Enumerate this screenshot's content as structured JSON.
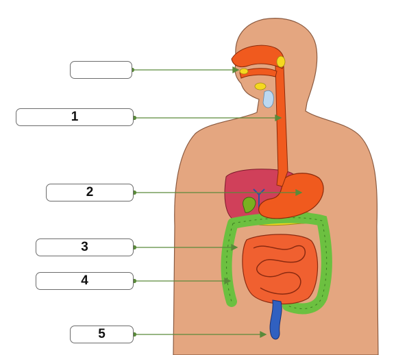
{
  "labels": [
    {
      "id": "blank",
      "text": ""
    },
    {
      "id": "esophagus",
      "text": "1"
    },
    {
      "id": "stomach",
      "text": "2"
    },
    {
      "id": "large-intestine",
      "text": "3"
    },
    {
      "id": "small-intestine",
      "text": "4"
    },
    {
      "id": "rectum",
      "text": "5"
    }
  ],
  "colors": {
    "skin": "#e4a680",
    "skin_outline": "#8a5a40",
    "esophagus": "#f05a1e",
    "liver": "#d0405a",
    "gallbladder": "#7ab020",
    "pancreas": "#f5d820",
    "large_intestine": "#6cc040",
    "small_intestine": "#f06030",
    "rectum": "#3060c0",
    "leader_line": "#5a8a3a"
  }
}
